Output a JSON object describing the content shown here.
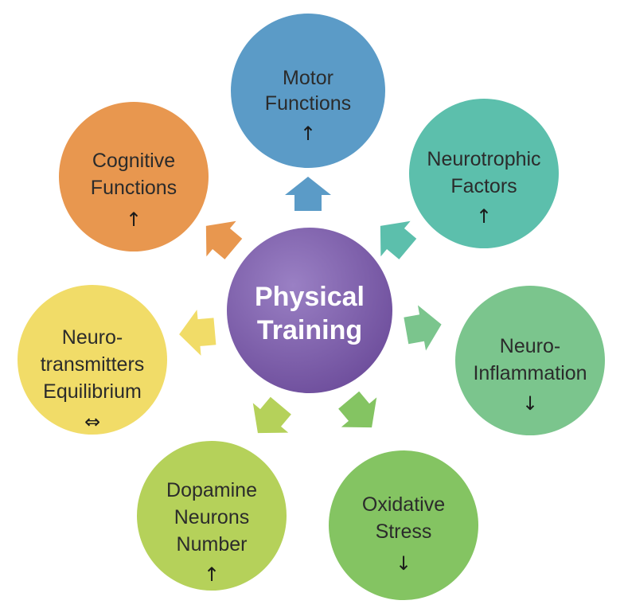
{
  "center": {
    "line1": "Physical",
    "line2": "Training",
    "color": "#7d5ca8"
  },
  "nodes": [
    {
      "id": "motor",
      "lines": [
        "Motor",
        "Functions"
      ],
      "symbol": "↑",
      "color": "#5b9bc7"
    },
    {
      "id": "neurotrophic",
      "lines": [
        "Neurotrophic",
        "Factors"
      ],
      "symbol": "↑",
      "color": "#5cbfac"
    },
    {
      "id": "inflammation",
      "lines": [
        "Neuro-",
        "Inflammation"
      ],
      "symbol": "↓",
      "color": "#7bc58d"
    },
    {
      "id": "oxidative",
      "lines": [
        "Oxidative",
        "Stress"
      ],
      "symbol": "↓",
      "color": "#84c462"
    },
    {
      "id": "dopamine",
      "lines": [
        "Dopamine",
        "Neurons",
        "Number"
      ],
      "symbol": "↑",
      "color": "#b5d15a"
    },
    {
      "id": "neurotransmitters",
      "lines": [
        "Neuro-",
        "transmitters",
        "Equilibrium"
      ],
      "symbol": "⇔",
      "color": "#f1dc68"
    },
    {
      "id": "cognitive",
      "lines": [
        "Cognitive",
        "Functions"
      ],
      "symbol": "↑",
      "color": "#e8974f"
    }
  ],
  "arrows": {
    "motor": "#5b9bc7",
    "neurotrophic": "#5cbfac",
    "inflammation": "#7bc58d",
    "oxidative": "#84c462",
    "dopamine": "#b5d15a",
    "neurotransmitters": "#f1dc68",
    "cognitive": "#e8974f"
  }
}
